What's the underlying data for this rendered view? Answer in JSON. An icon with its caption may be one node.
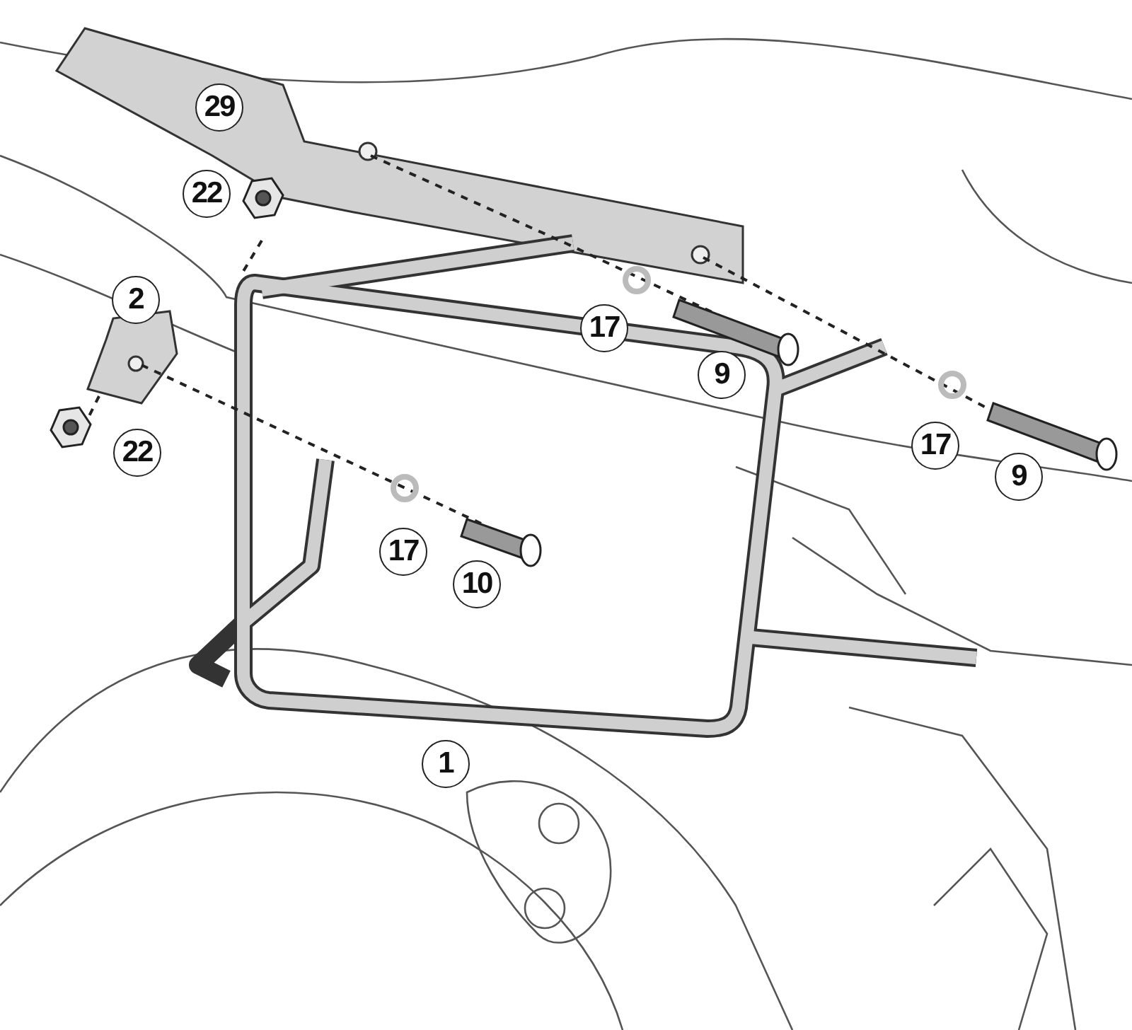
{
  "diagram": {
    "labels": [
      "29",
      "22",
      "2",
      "17",
      "9",
      "17",
      "22",
      "9",
      "17",
      "10",
      "1"
    ]
  }
}
